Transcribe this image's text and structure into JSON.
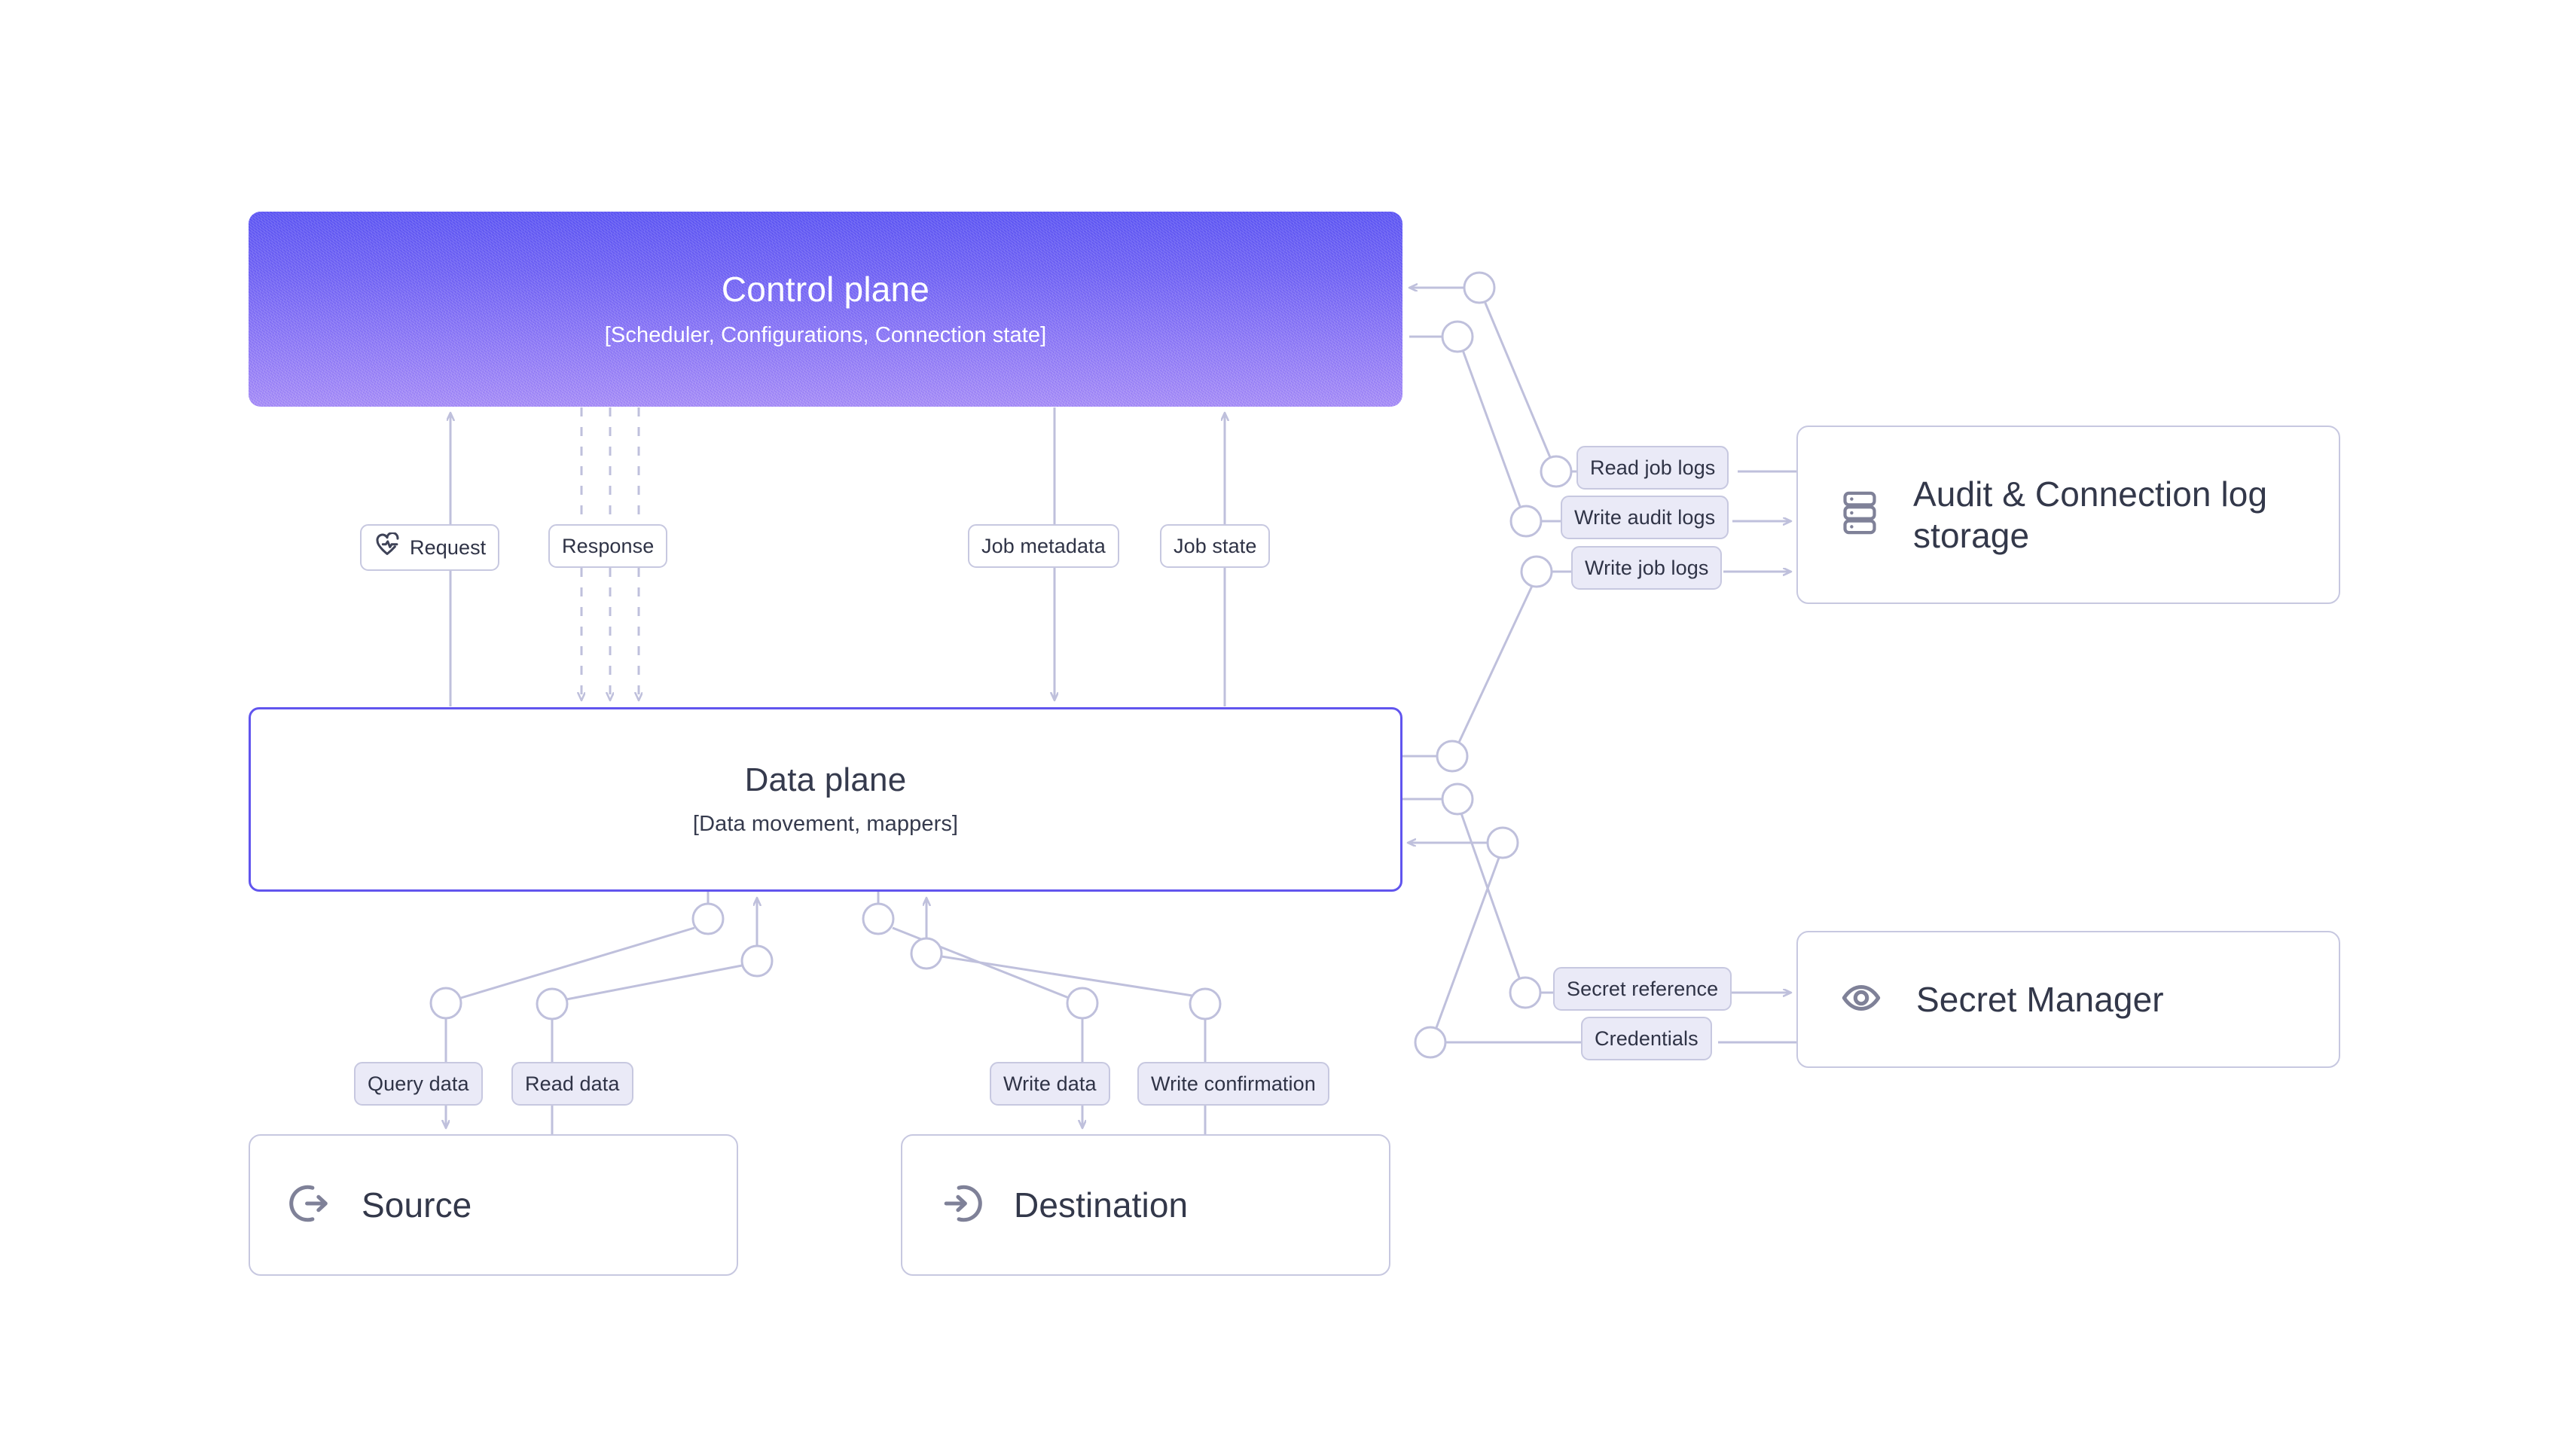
{
  "diagram": {
    "title": "Control plane / Data plane architecture",
    "colors": {
      "control_plane_gradient_start": "#5B54F2",
      "control_plane_gradient_end": "#A78DF6",
      "data_plane_border": "#6155EE",
      "node_border": "#C7C8E0",
      "chip_tint_fill": "#EAEAF7",
      "edge_stroke": "#BFC0DC",
      "text_dark": "#33384A",
      "icon_gray": "#7F8198",
      "background": "#FFFFFF"
    }
  },
  "nodes": {
    "control_plane": {
      "title": "Control plane",
      "subtitle": "[Scheduler, Configurations, Connection state]"
    },
    "data_plane": {
      "title": "Data plane",
      "subtitle": "[Data movement, mappers]"
    },
    "audit_log_storage": {
      "label": "Audit & Connection log storage",
      "icon": "server-rack-icon"
    },
    "secret_manager": {
      "label": "Secret Manager",
      "icon": "eye-icon"
    },
    "source": {
      "label": "Source",
      "icon": "log-out-circle-icon"
    },
    "destination": {
      "label": "Destination",
      "icon": "log-in-circle-icon"
    }
  },
  "chips": {
    "request": {
      "label": "Request",
      "icon": "heart-pulse-icon",
      "style": "plain"
    },
    "response": {
      "label": "Response",
      "style": "plain"
    },
    "job_metadata": {
      "label": "Job metadata",
      "style": "plain"
    },
    "job_state": {
      "label": "Job state",
      "style": "plain"
    },
    "read_job_logs": {
      "label": "Read job logs",
      "style": "tint"
    },
    "write_audit_logs": {
      "label": "Write audit logs",
      "style": "tint"
    },
    "write_job_logs": {
      "label": "Write job logs",
      "style": "tint"
    },
    "secret_reference": {
      "label": "Secret reference",
      "style": "tint"
    },
    "credentials": {
      "label": "Credentials",
      "style": "tint"
    },
    "query_data": {
      "label": "Query data",
      "style": "tint"
    },
    "read_data": {
      "label": "Read data",
      "style": "tint"
    },
    "write_data": {
      "label": "Write data",
      "style": "tint"
    },
    "write_confirmation": {
      "label": "Write confirmation",
      "style": "tint"
    }
  },
  "edges": [
    {
      "from": "data_plane",
      "to": "control_plane",
      "label": "Request",
      "arrow": "up"
    },
    {
      "from": "control_plane",
      "to": "data_plane",
      "label": "Response",
      "arrow": "down",
      "dashed": true,
      "lines": 3
    },
    {
      "from": "control_plane",
      "to": "data_plane",
      "label": "Job metadata",
      "arrow": "down"
    },
    {
      "from": "data_plane",
      "to": "control_plane",
      "label": "Job state",
      "arrow": "up"
    },
    {
      "from": "audit_log_storage",
      "to": "control_plane",
      "label": "Read job logs",
      "arrow": "left"
    },
    {
      "from": "control_plane",
      "to": "audit_log_storage",
      "label": "Write audit logs",
      "arrow": "right"
    },
    {
      "from": "data_plane",
      "to": "audit_log_storage",
      "label": "Write job logs",
      "arrow": "right"
    },
    {
      "from": "data_plane",
      "to": "secret_manager",
      "label": "Secret reference",
      "arrow": "right"
    },
    {
      "from": "secret_manager",
      "to": "data_plane",
      "label": "Credentials",
      "arrow": "left"
    },
    {
      "from": "data_plane",
      "to": "source",
      "label": "Query data",
      "arrow": "down"
    },
    {
      "from": "source",
      "to": "data_plane",
      "label": "Read data",
      "arrow": "up"
    },
    {
      "from": "data_plane",
      "to": "destination",
      "label": "Write data",
      "arrow": "down"
    },
    {
      "from": "destination",
      "to": "data_plane",
      "label": "Write confirmation",
      "arrow": "up"
    }
  ]
}
